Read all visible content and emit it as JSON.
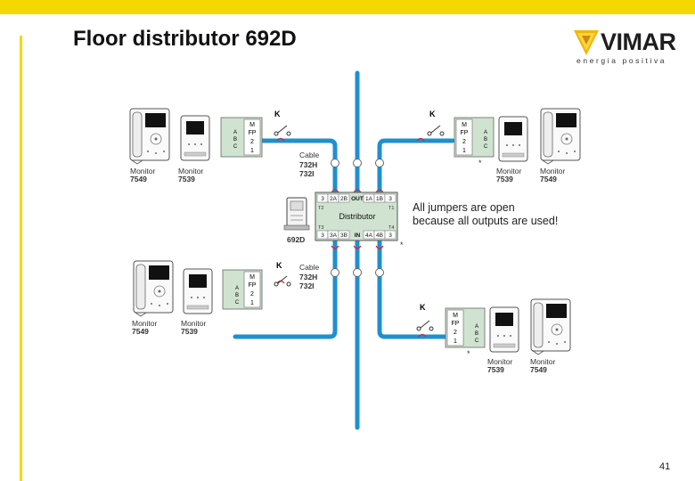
{
  "title": "Floor distributor 692D",
  "logo": {
    "brand": "VIMAR",
    "tagline": "energia positiva"
  },
  "page_number": "41",
  "note": {
    "line1": "All jumpers are open",
    "line2": "because all outputs are used!"
  },
  "colors": {
    "accent_yellow": "#f5d800",
    "cable_blue": "#1e90d0",
    "terminal_green": "#cfe3d0"
  },
  "monitors": [
    {
      "label": "Monitor",
      "model": "7549"
    },
    {
      "label": "Monitor",
      "model": "7539"
    },
    {
      "label": "Monitor",
      "model": "7539"
    },
    {
      "label": "Monitor",
      "model": "7549"
    },
    {
      "label": "Monitor",
      "model": "7549"
    },
    {
      "label": "Monitor",
      "model": "7539"
    },
    {
      "label": "Monitor",
      "model": "7539"
    },
    {
      "label": "Monitor",
      "model": "7549"
    }
  ],
  "cable_labels": [
    {
      "line1": "Cable",
      "line2": "732H",
      "line3": "732I"
    },
    {
      "line1": "Cable",
      "line2": "732H",
      "line3": "732I"
    }
  ],
  "switch_label": "K",
  "terminal_labels": {
    "m": "M",
    "fp": "FP",
    "two": "2",
    "one": "1",
    "a": "A",
    "b": "B",
    "c": "C"
  },
  "distributor": {
    "name": "Distributor",
    "model": "692D",
    "out_label": "OUT",
    "in_label": "IN",
    "top_terms": [
      "3",
      "2A",
      "2B",
      "1A",
      "1B",
      "3"
    ],
    "bottom_terms": [
      "3",
      "3A",
      "3B",
      "4A",
      "4B",
      "3"
    ],
    "t_labels": {
      "t1": "T1",
      "t2": "T2",
      "t3": "T3",
      "t4": "T4"
    },
    "asterisk": "*"
  }
}
